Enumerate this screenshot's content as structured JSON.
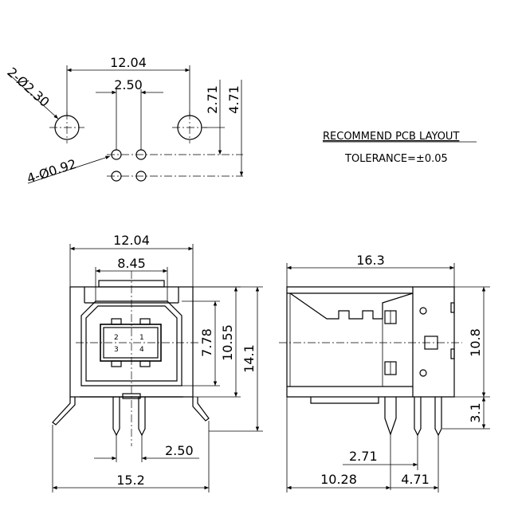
{
  "pcb_layout": {
    "title": "RECOMMEND PCB LAYOUT",
    "tolerance": "TOLERANCE=±0.05",
    "dims": {
      "width": "12.04",
      "pin_pitch": "2.50",
      "v_small": "2.71",
      "v_large": "4.71",
      "large_holes": "2-Ø2.30",
      "small_holes": "4-Ø0.92"
    }
  },
  "front_view": {
    "dims": {
      "top_width": "12.04",
      "inner_width": "8.45",
      "h_inner": "7.78",
      "h_mid": "10.55",
      "h_total": "14.1",
      "pitch": "2.50",
      "bottom_width": "15.2"
    },
    "pins": [
      "2",
      "1",
      "3",
      "4"
    ]
  },
  "side_view": {
    "dims": {
      "length": "16.3",
      "height": "10.8",
      "leg": "3.1",
      "d_271": "2.71",
      "d_1028": "10.28",
      "d_471": "4.71"
    }
  }
}
